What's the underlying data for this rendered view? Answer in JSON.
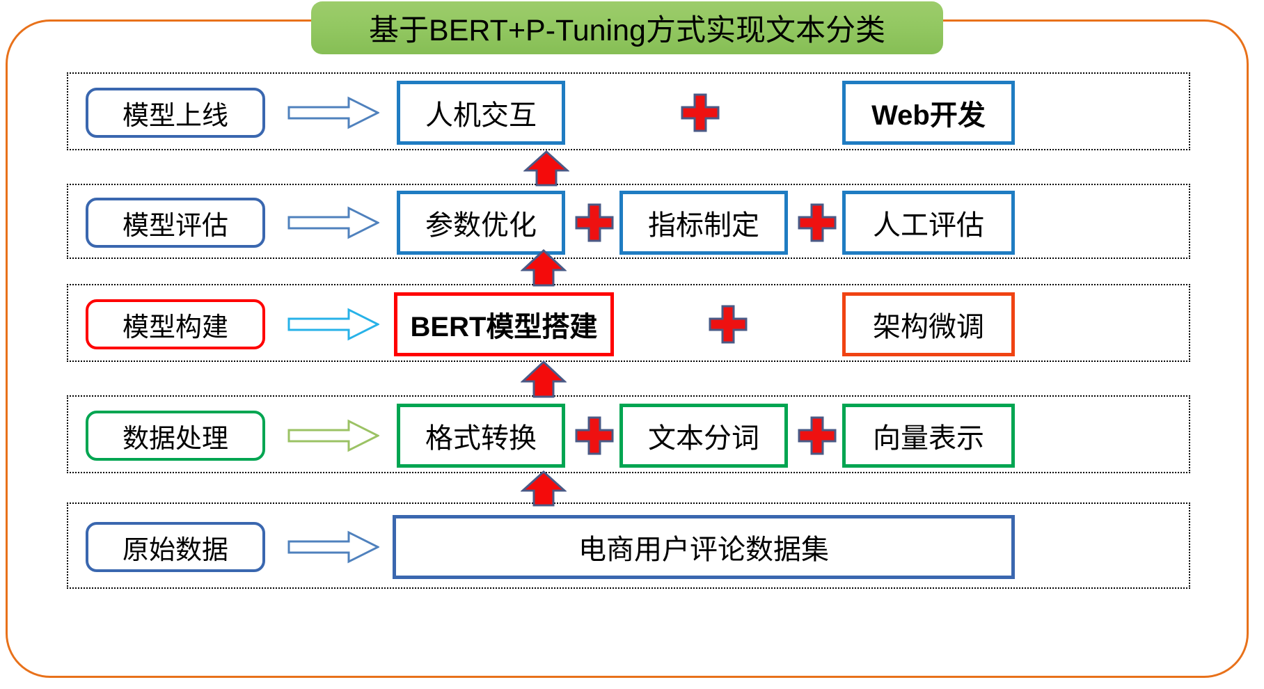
{
  "diagram": {
    "title": "基于BERT+P-Tuning方式实现文本分类",
    "frame_color": "#E8711A",
    "title_bg_color": "#93C862",
    "plus_color": "#EE1111",
    "up_arrow_color": "#F40B0B",
    "rows": [
      {
        "id": "row-deploy",
        "stage_label": "模型上线",
        "stage_color": "#3A67AF",
        "arrow_color": "#4F81BD",
        "box_color": "#1F7CC2",
        "boxes": [
          {
            "label": "人机交互",
            "font": "serif"
          },
          {
            "label": "Web开发",
            "font": "sans"
          }
        ],
        "separators": [
          "plus"
        ]
      },
      {
        "id": "row-evaluate",
        "stage_label": "模型评估",
        "stage_color": "#3A67AF",
        "arrow_color": "#4F81BD",
        "box_color": "#1F7CC2",
        "boxes": [
          {
            "label": "参数优化",
            "font": "serif"
          },
          {
            "label": "指标制定",
            "font": "serif"
          },
          {
            "label": "人工评估",
            "font": "serif"
          }
        ],
        "separators": [
          "plus",
          "plus"
        ]
      },
      {
        "id": "row-build",
        "stage_label": "模型构建",
        "stage_color": "#FF0000",
        "arrow_color": "#27B2E8",
        "box_color": "#FF0000",
        "boxes": [
          {
            "label": "BERT模型搭建",
            "font": "sans"
          },
          {
            "label": "架构微调",
            "font": "serif",
            "color": "#F04312"
          }
        ],
        "separators": [
          "plus"
        ]
      },
      {
        "id": "row-data-process",
        "stage_label": "数据处理",
        "stage_color": "#00A551",
        "arrow_color": "#9BC264",
        "box_color": "#00A551",
        "boxes": [
          {
            "label": "格式转换",
            "font": "serif"
          },
          {
            "label": "文本分词",
            "font": "serif"
          },
          {
            "label": "向量表示",
            "font": "serif"
          }
        ],
        "separators": [
          "plus",
          "plus"
        ]
      },
      {
        "id": "row-raw-data",
        "stage_label": "原始数据",
        "stage_color": "#3A67AF",
        "arrow_color": "#4F81BD",
        "box_color": "#3A67AF",
        "boxes": [
          {
            "label": "电商用户评论数据集",
            "font": "serif"
          }
        ],
        "separators": []
      }
    ],
    "connectors": [
      {
        "name": "up-arrow-evaluate-to-deploy"
      },
      {
        "name": "up-arrow-build-to-evaluate"
      },
      {
        "name": "up-arrow-process-to-build"
      },
      {
        "name": "up-arrow-raw-to-process"
      }
    ]
  }
}
